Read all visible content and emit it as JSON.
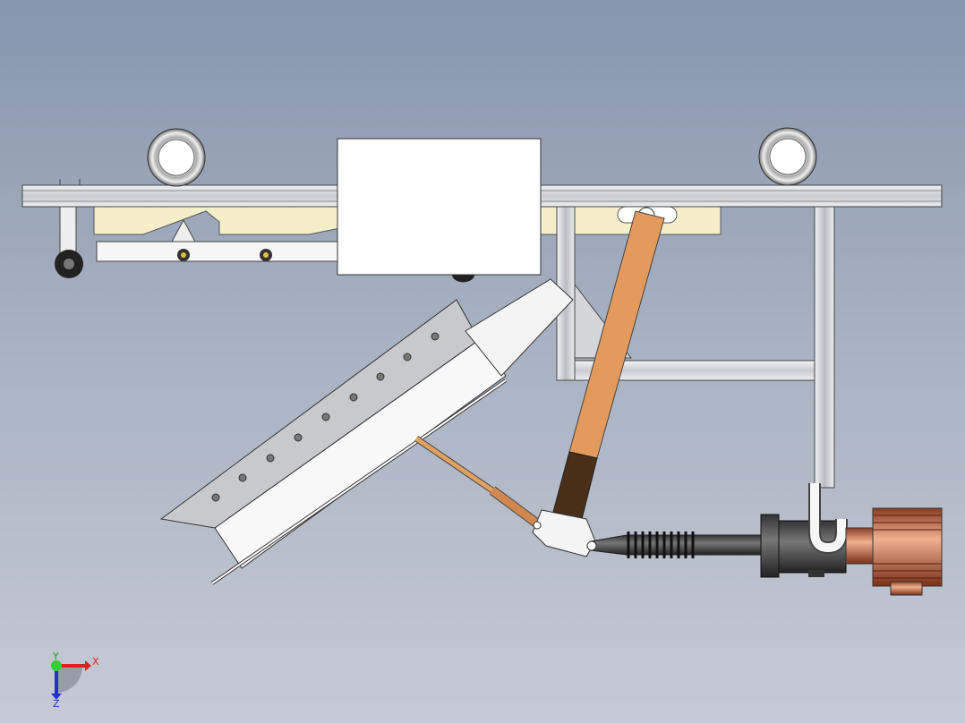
{
  "viewport": {
    "triad": {
      "x_label": "X",
      "y_label": "Y",
      "z_label": "Z"
    }
  },
  "colors": {
    "background_top": "#8796ad",
    "background_bottom": "#c6cad5",
    "rail": "#dcdfe3",
    "beam": "#f4efc9",
    "arm": "#e39a5c",
    "arm_dark": "#4a3018",
    "motor_copper": "#d88a68",
    "x_axis": "#e02020",
    "y_axis": "#20c020",
    "z_axis": "#2030d0"
  }
}
